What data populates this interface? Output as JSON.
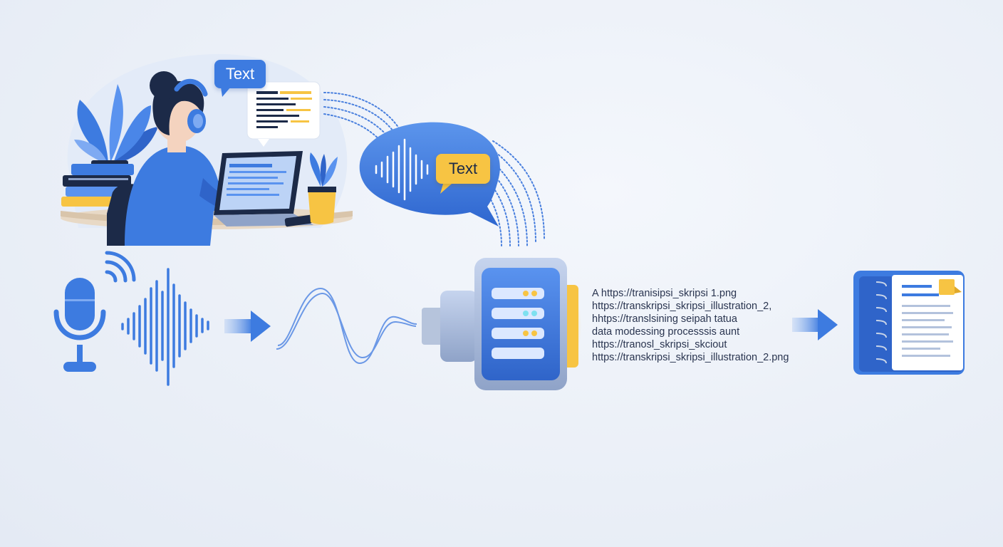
{
  "labels": {
    "person_bubble": "Text",
    "cloud_bubble": "Text"
  },
  "output_lines": [
    "A https://tranisipsi_skripsi 1.png",
    "https://transkripsi_skripsi_illustration_2,",
    "hhtps://translsining seipah tatua",
    "data modessing processsis aunt",
    "https://tranosl_skripsi_skciout",
    "https://transkripsi_skripsi_illustration_2.png"
  ],
  "icons": [
    "plant-icon",
    "books-icon",
    "person-with-headset",
    "laptop-icon",
    "phone-icon",
    "microphone-icon",
    "wifi-signal-icon",
    "waveform-icon",
    "arrow-right-icon",
    "sine-wave-icon",
    "speech-cloud-icon",
    "processor-device-icon",
    "notebook-document-icon"
  ],
  "colors": {
    "accent_blue": "#3d7be0",
    "accent_yellow": "#f7c443",
    "dark_navy": "#1c2a48",
    "background": "#eaeff7"
  }
}
